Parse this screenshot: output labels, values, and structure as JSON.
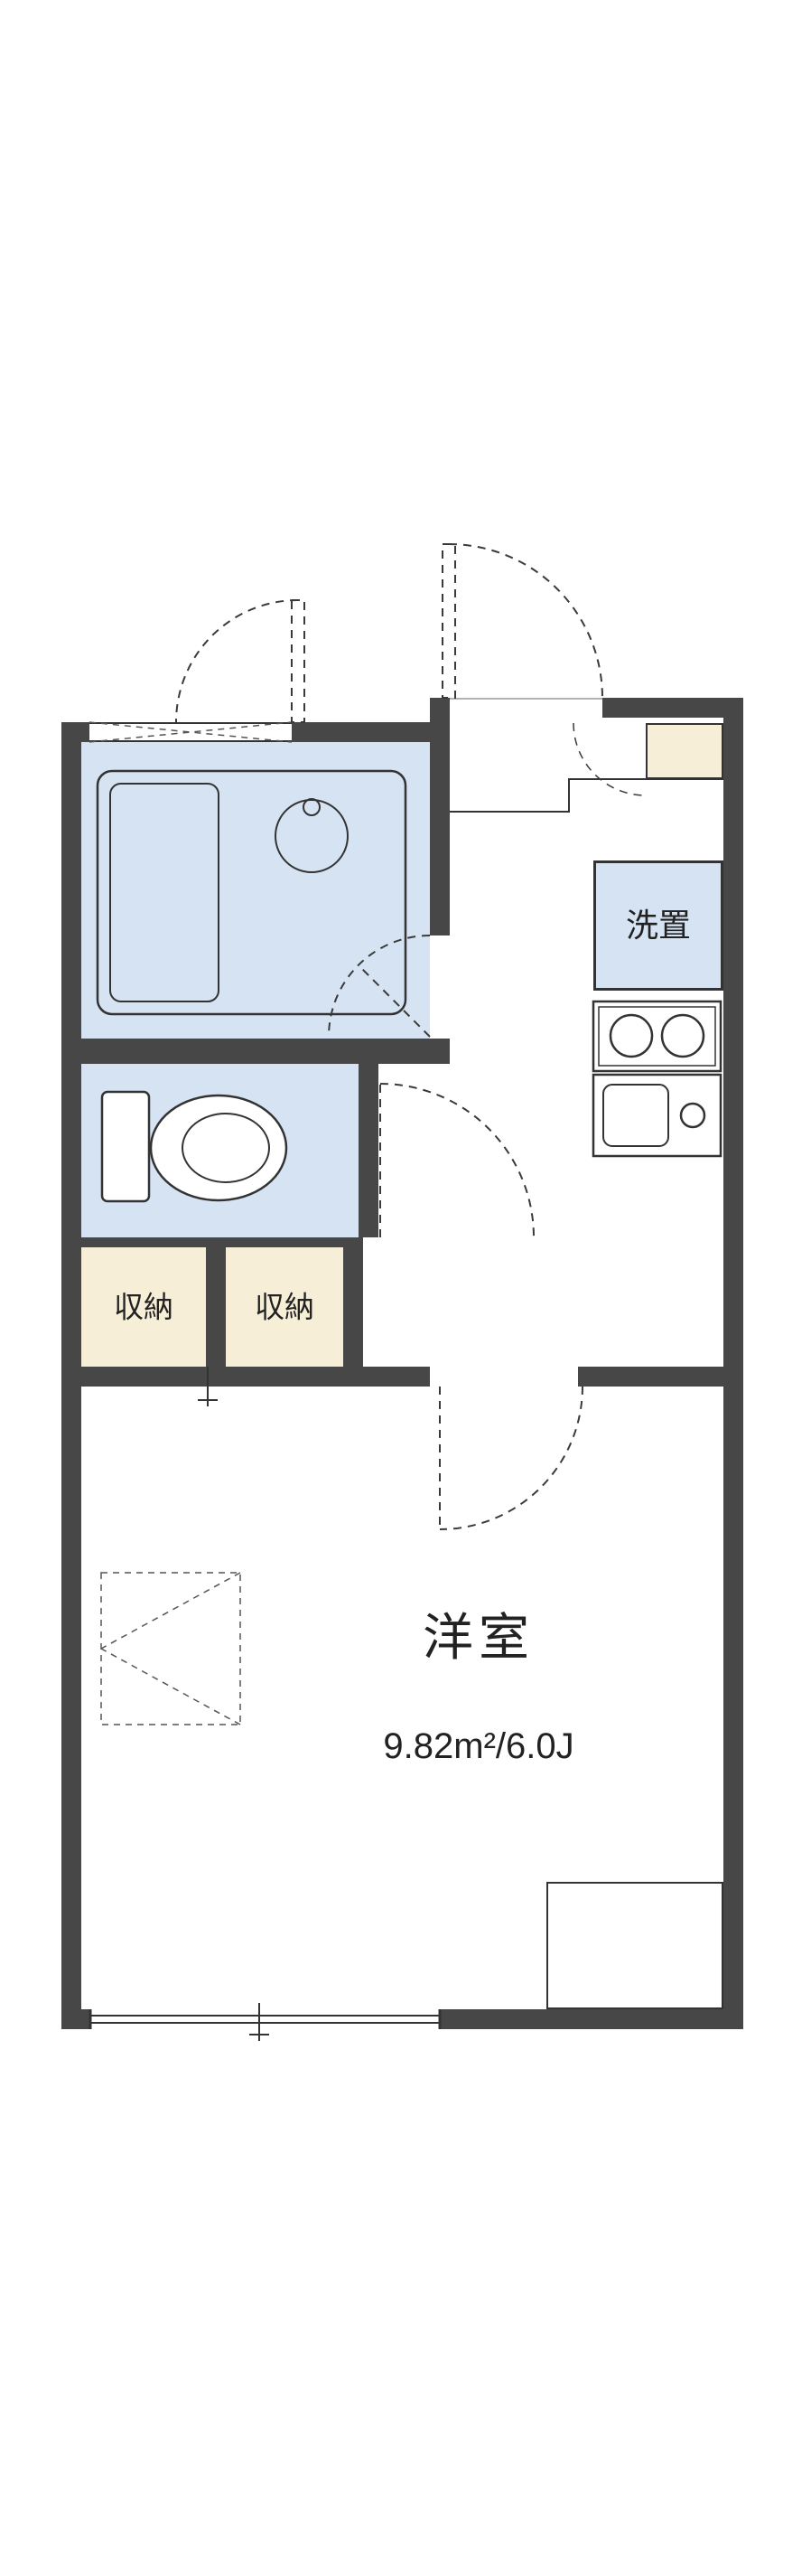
{
  "floorplan": {
    "labels": {
      "laundry": "洗置",
      "storage_a": "収納",
      "storage_b": "収納",
      "main_room_name": "洋室",
      "main_room_area": "9.82m²/6.0J"
    },
    "colors": {
      "wall": "#474747",
      "wet_area_fill": "#d5e3f2",
      "storage_fill": "#f7eed7",
      "line": "#333333",
      "text": "#222222",
      "background": "#ffffff"
    }
  }
}
